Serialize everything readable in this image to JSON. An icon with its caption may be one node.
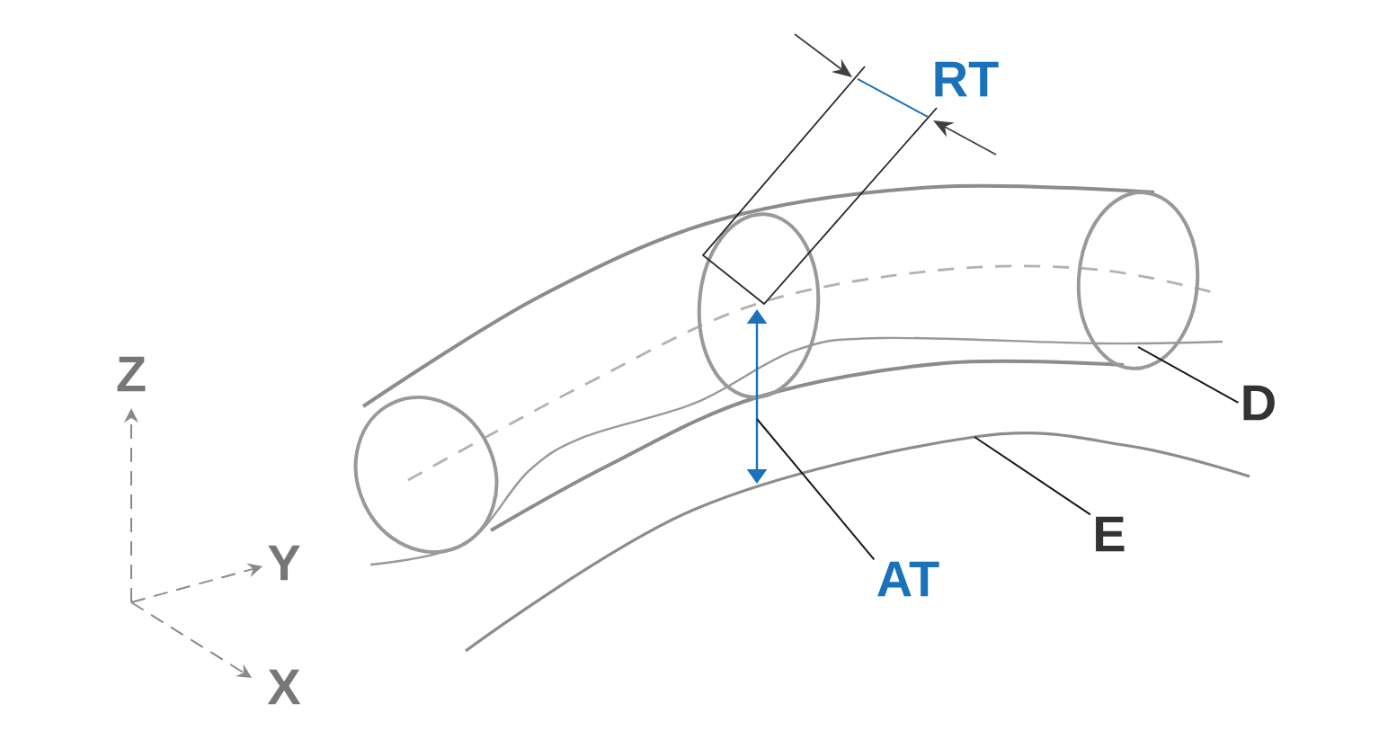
{
  "diagram": {
    "nodes": [
      {
        "text": [
          "D"
        ]
      },
      {
        "text": [
          "E"
        ]
      },
      {
        "text": [
          "AT"
        ]
      }
    ],
    "edges": [
      {
        "from": 0,
        "to": null,
        "arrow": "none"
      },
      {
        "from": 1,
        "to": null,
        "arrow": "none"
      },
      {
        "from": 2,
        "to": null,
        "arrow": "none"
      }
    ],
    "labels": [
      "RT",
      "Z",
      "Y",
      "X"
    ]
  }
}
